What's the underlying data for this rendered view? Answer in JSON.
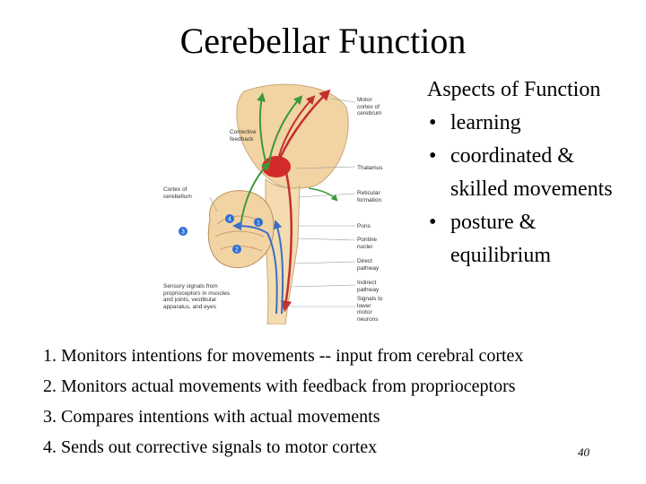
{
  "slide": {
    "title": "Cerebellar Function",
    "aspects": {
      "heading": "Aspects of Function",
      "items": [
        {
          "line1": "learning",
          "line2": ""
        },
        {
          "line1": "coordinated &",
          "line2": "skilled movements"
        },
        {
          "line1": "posture &",
          "line2": "equilibrium"
        }
      ]
    },
    "steps": [
      "1. Monitors intentions for movements -- input from cerebral cortex",
      "2. Monitors actual movements with feedback from proprioceptors",
      "3. Compares intentions with actual movements",
      "4. Sends out corrective signals to motor cortex"
    ],
    "page_number": "40"
  },
  "figure": {
    "labels": {
      "motor_cortex": [
        "Motor",
        "cortex of",
        "cerebrum"
      ],
      "corrective_feedback": [
        "Corrective",
        "feedback"
      ],
      "thalamus": [
        "Thalamus"
      ],
      "cortex_cerebellum": [
        "Cortex of",
        "cerebellum"
      ],
      "reticular_formation": [
        "Reticular",
        "formation"
      ],
      "pons": [
        "Pons"
      ],
      "pontine_nuclei": [
        "Pontine",
        "nuclei"
      ],
      "direct_pathway": [
        "Direct",
        "pathway"
      ],
      "indirect_pathway": [
        "Indirect",
        "pathway"
      ],
      "sensory_signals": [
        "Sensory signals from",
        "proprioceptors in muscles",
        "and joints, vestibular",
        "apparatus, and eyes"
      ],
      "signals_lower": [
        "Signals to",
        "lower",
        "motor",
        "neurons"
      ]
    },
    "markers": [
      "1",
      "2",
      "3",
      "4"
    ],
    "colors": {
      "brain": "#f2d3a4",
      "thalamus": "#d62a2a",
      "motor_tract": "#c23030",
      "feedback_tract": "#3a9a3a",
      "sensory_tract": "#3a6fc4",
      "marker": "#2b6fd6"
    }
  }
}
